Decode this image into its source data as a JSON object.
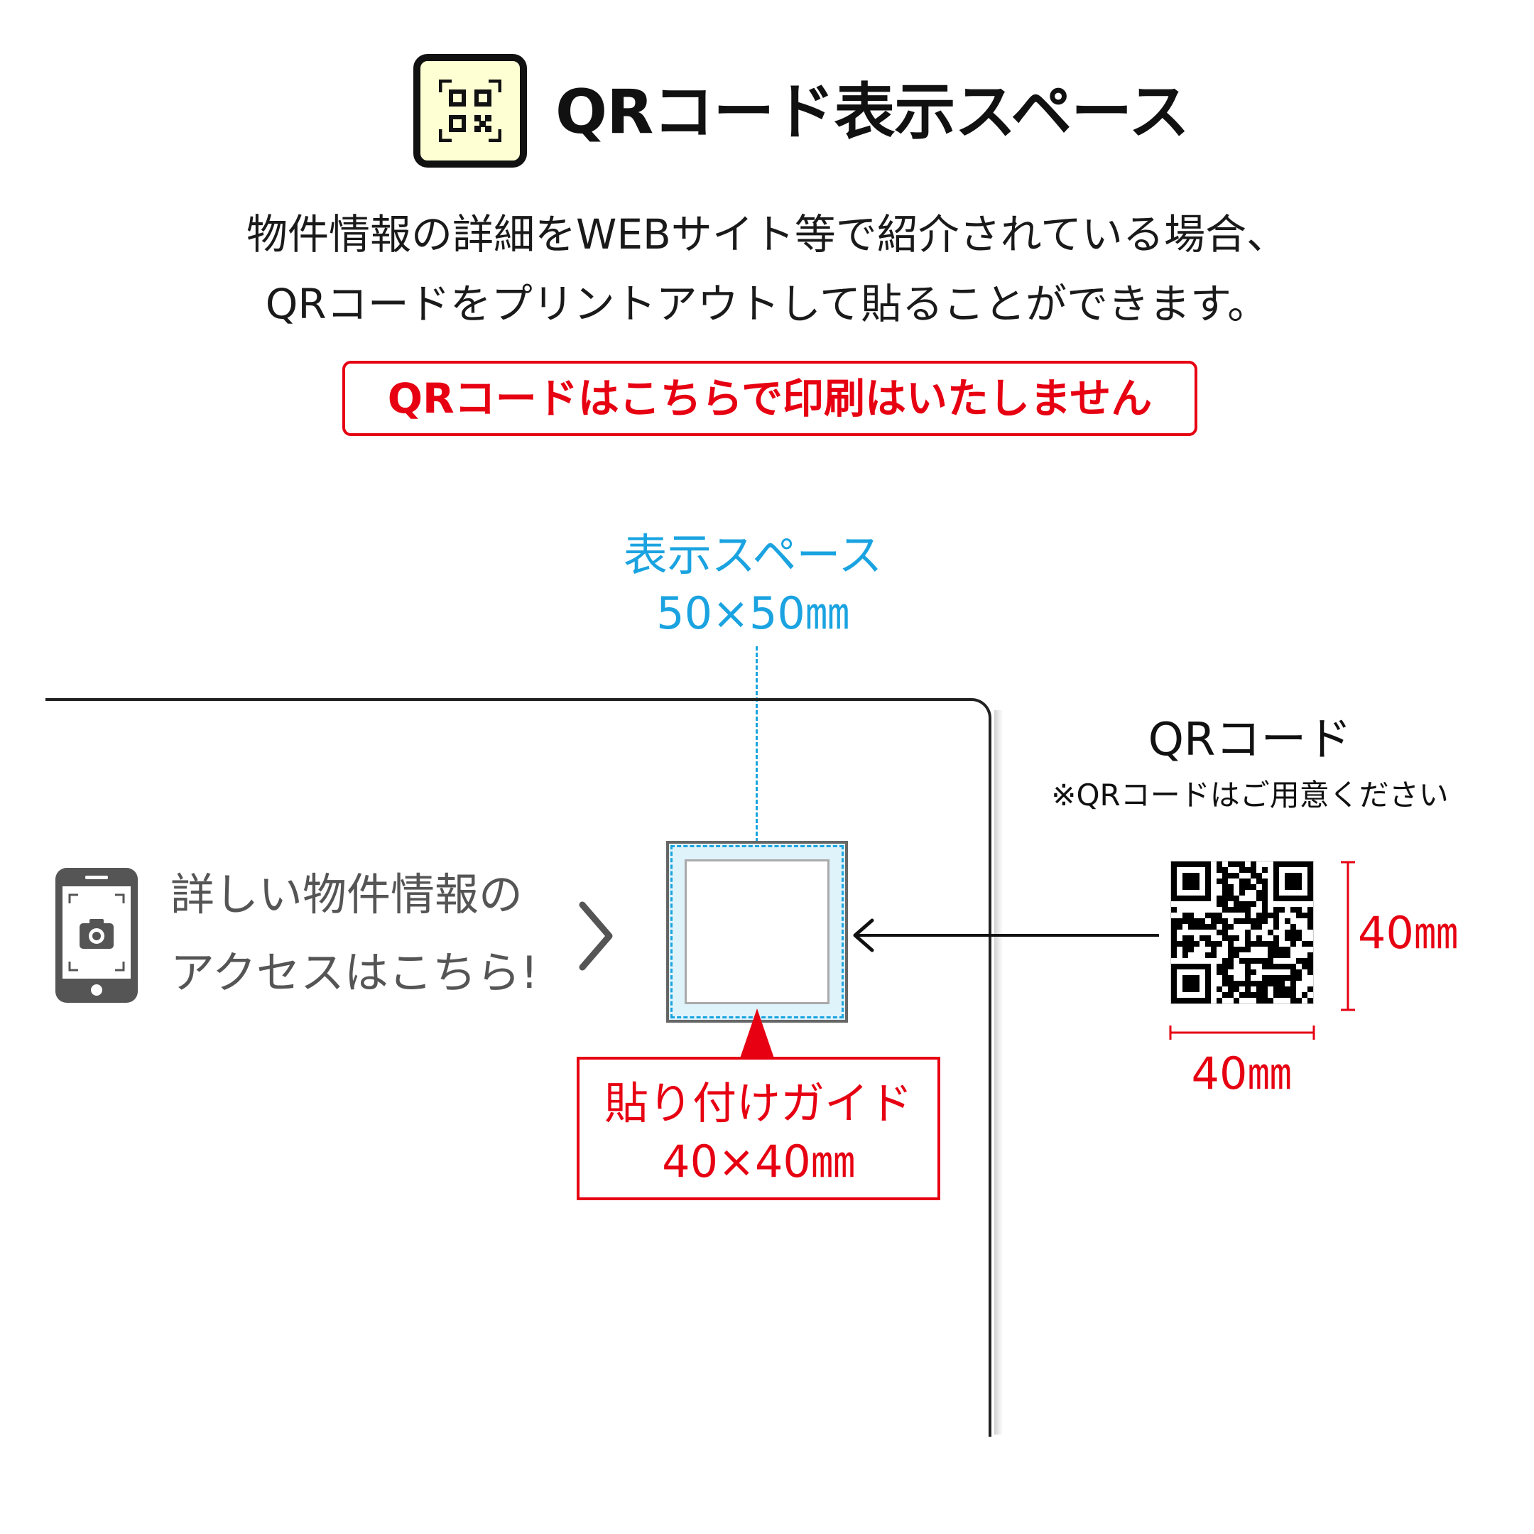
{
  "header": {
    "title": "QRコード表示スペース",
    "description_line1": "物件情報の詳細をWEBサイト等で紹介されている場合、",
    "description_line2": "QRコードをプリントアウトして貼ることができます。",
    "notice": "QRコードはこちらで印刷はいたしません"
  },
  "display_space": {
    "label": "表示スペース",
    "size": "50×50㎜"
  },
  "board": {
    "access_line1": "詳しい物件情報の",
    "access_line2": "アクセスはこちら!",
    "chevron": "〉"
  },
  "paste_guide": {
    "label": "貼り付けガイド",
    "size": "40×40㎜"
  },
  "qr_code": {
    "label": "QRコード",
    "note": "※QRコードはご用意ください",
    "height": "40㎜",
    "width": "40㎜"
  },
  "icons": {
    "header": "qr-code-icon",
    "phone": "smartphone-camera-icon"
  },
  "colors": {
    "accent_red": "#e60012",
    "accent_blue": "#1aa3e0",
    "icon_bg": "#ffffd4"
  }
}
